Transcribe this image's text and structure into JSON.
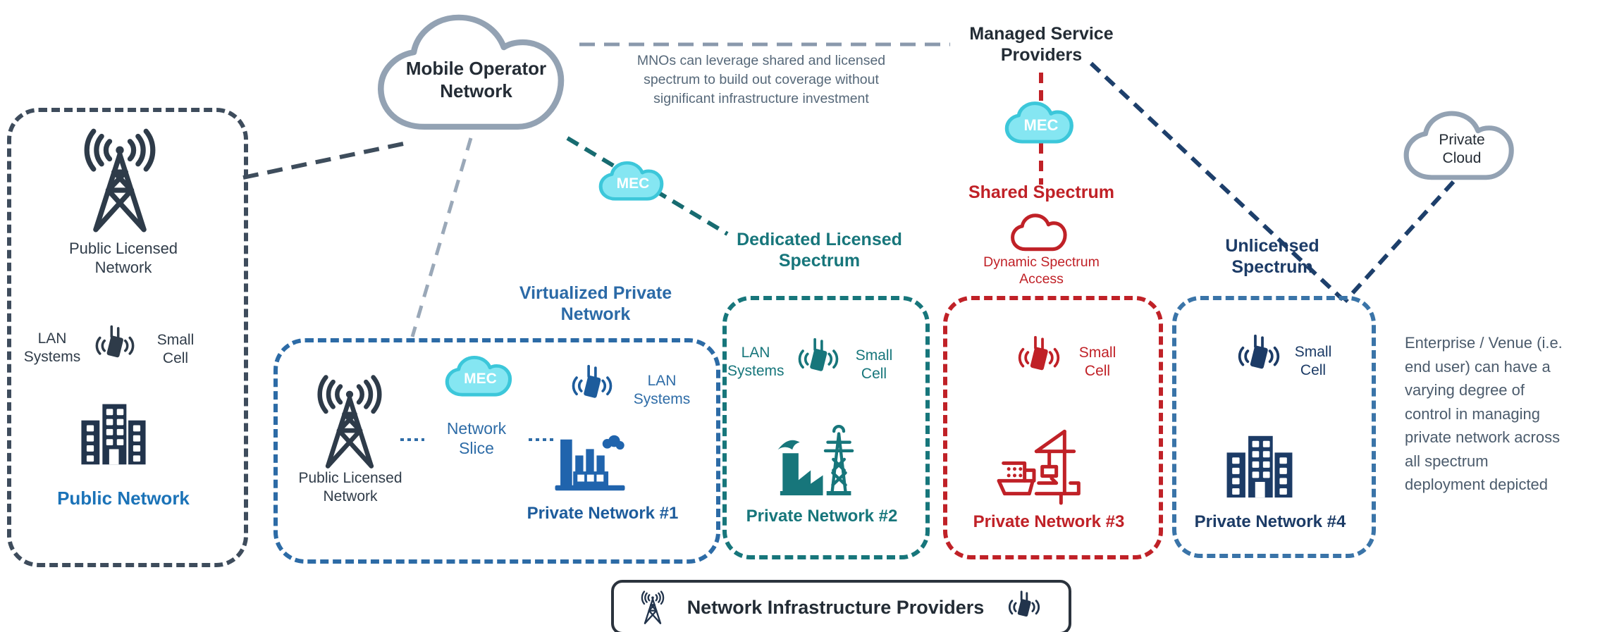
{
  "palette": {
    "dark_slate": "#2e3b49",
    "near_black": "#242c35",
    "cloud_gray": "#93a2b3",
    "line_gray": "#8a99ac",
    "note_gray": "#566879",
    "cyan_fill": "#85e6f2",
    "cyan_stroke": "#3cc7da",
    "teal": "#17767b",
    "red": "#c02127",
    "navy": "#1c3b66",
    "steel_blue": "#2c6ba6",
    "bright_blue": "#1b73b8",
    "factory_blue": "#2064ad"
  },
  "mec": "MEC",
  "mobile_cloud": {
    "label": "Mobile Operator\nNetwork"
  },
  "mno_note": "MNOs can leverage shared and licensed\nspectrum to build out coverage without\nsignificant infrastructure investment",
  "msp": {
    "title": "Managed Service\nProviders"
  },
  "shared": {
    "title": "Shared Spectrum",
    "subtitle": "Dynamic Spectrum\nAccess"
  },
  "private_cloud": {
    "label": "Private\nCloud"
  },
  "dedicated": {
    "title": "Dedicated Licensed\nSpectrum"
  },
  "unlicensed": {
    "title": "Unlicensed\nSpectrum"
  },
  "public_box": {
    "tower_label": "Public Licensed\nNetwork",
    "lan": "LAN\nSystems",
    "small_cell": "Small\nCell",
    "name": "Public Network"
  },
  "vpn": {
    "title": "Virtualized Private\nNetwork",
    "tower_label": "Public Licensed\nNetwork",
    "slice": "Network\nSlice",
    "lan": "LAN\nSystems",
    "name": "Private Network #1"
  },
  "pn2": {
    "lan": "LAN\nSystems",
    "small_cell": "Small\nCell",
    "name": "Private Network #2"
  },
  "pn3": {
    "small_cell": "Small\nCell",
    "name": "Private Network #3"
  },
  "pn4": {
    "small_cell": "Small\nCell",
    "name": "Private Network #4"
  },
  "enterprise_note": "Enterprise / Venue (i.e.\nend user) can have a\nvarying degree of\ncontrol in managing\nprivate network across\nall spectrum\ndeployment depicted",
  "legend": {
    "label": "Network Infrastructure Providers"
  }
}
